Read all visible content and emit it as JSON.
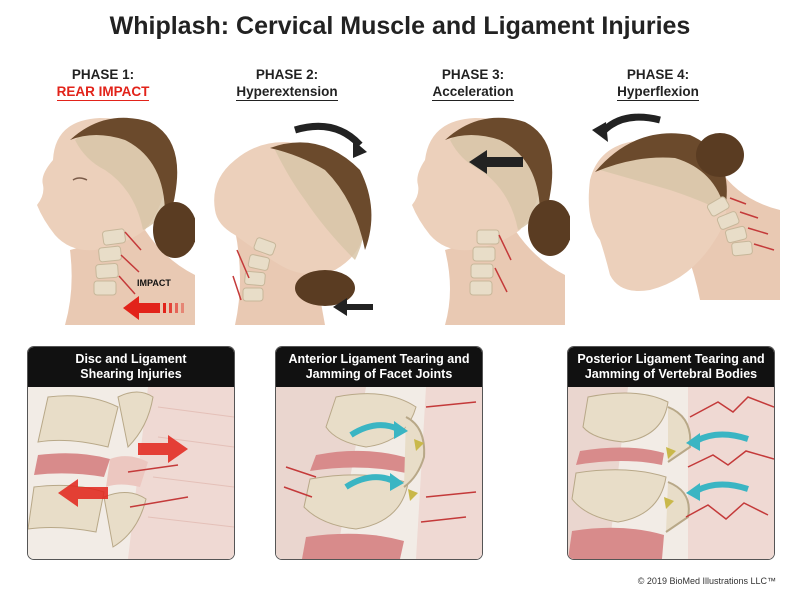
{
  "title": "Whiplash: Cervical Muscle and Ligament Injuries",
  "phases": [
    {
      "number": "PHASE 1:",
      "name": "REAR IMPACT"
    },
    {
      "number": "PHASE 2:",
      "name": "Hyperextension"
    },
    {
      "number": "PHASE 3:",
      "name": "Acceleration"
    },
    {
      "number": "PHASE 4:",
      "name": "Hyperflexion"
    }
  ],
  "impact_label": "IMPACT",
  "panels": [
    {
      "line1": "Disc and Ligament",
      "line2": "Shearing Injuries"
    },
    {
      "line1": "Anterior Ligament Tearing and",
      "line2": "Jamming of Facet Joints"
    },
    {
      "line1": "Posterior Ligament Tearing and",
      "line2": "Jamming of Vertebral Bodies"
    }
  ],
  "copyright": "© 2019 BioMed Illustrations LLC™",
  "colors": {
    "impact_red": "#e2231a",
    "skin": "#e9c9b3",
    "hair": "#6b4a2c",
    "bone": "#e8ddc8",
    "disc": "#d88b8b",
    "cyan_arrow": "#3ab5c3"
  }
}
